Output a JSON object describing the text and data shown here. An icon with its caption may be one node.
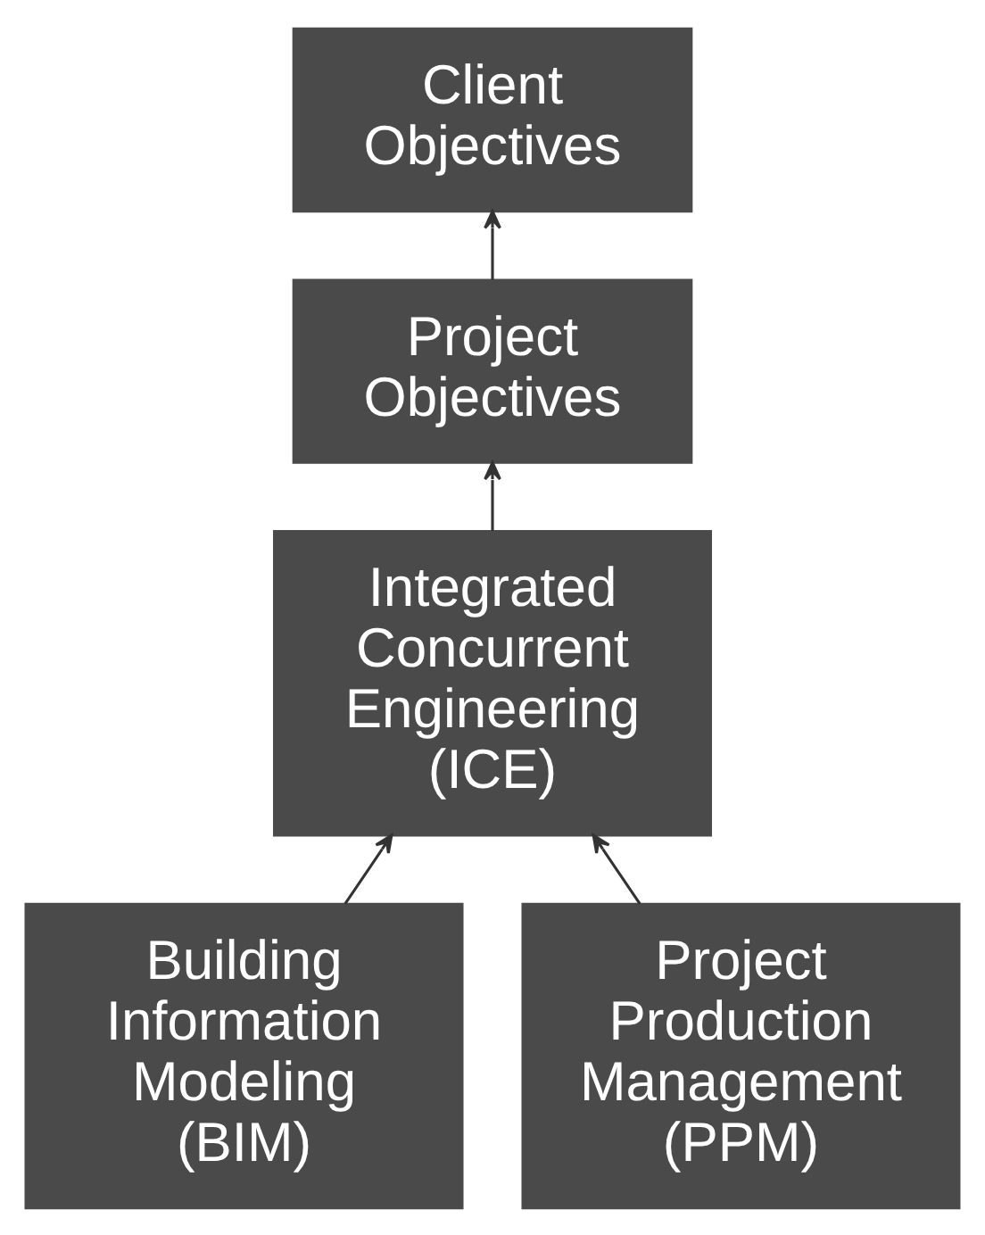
{
  "diagram": {
    "nodes": [
      {
        "text": [
          "Client Objectives"
        ]
      },
      {
        "text": [
          "Project Objectives"
        ]
      },
      {
        "text": [
          "Integrated Concurrent Engineering (ICE)"
        ]
      },
      {
        "text": [
          "Building Information Modeling (BIM)"
        ]
      },
      {
        "text": [
          "Project Production Management (PPM)"
        ]
      }
    ],
    "edges": [
      {
        "from": 1,
        "to": 0,
        "arrow": "to"
      },
      {
        "from": 2,
        "to": 1,
        "arrow": "to"
      },
      {
        "from": 3,
        "to": 2,
        "arrow": "to"
      },
      {
        "from": 4,
        "to": 2,
        "arrow": "to"
      }
    ]
  }
}
